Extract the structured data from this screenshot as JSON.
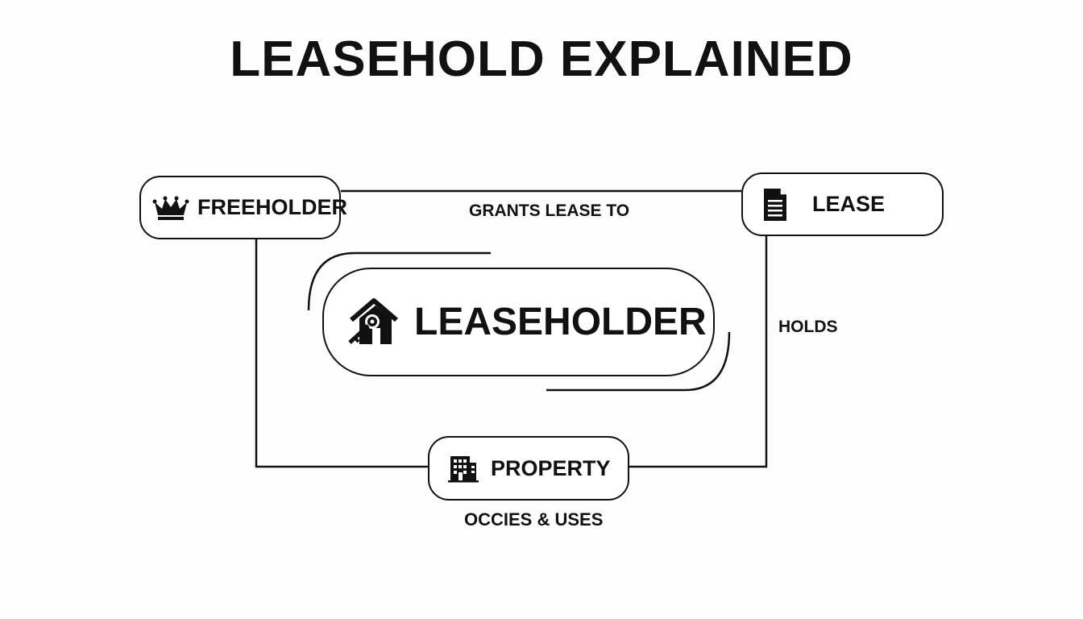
{
  "title": "LEASEHOLD EXPLAINED",
  "nodes": {
    "freeholder": {
      "label": "FREEHOLDER",
      "icon": "crown-icon"
    },
    "lease": {
      "label": "LEASE",
      "icon": "document-icon"
    },
    "leaseholder": {
      "label": "LEASEHOLDER",
      "icon": "house-key-icon"
    },
    "property": {
      "label": "PROPERTY",
      "icon": "building-icon"
    }
  },
  "edges": {
    "grants": "GRANTS LEASE TO",
    "holds": "HOLDS",
    "occupies": "OCCIES & USES"
  }
}
